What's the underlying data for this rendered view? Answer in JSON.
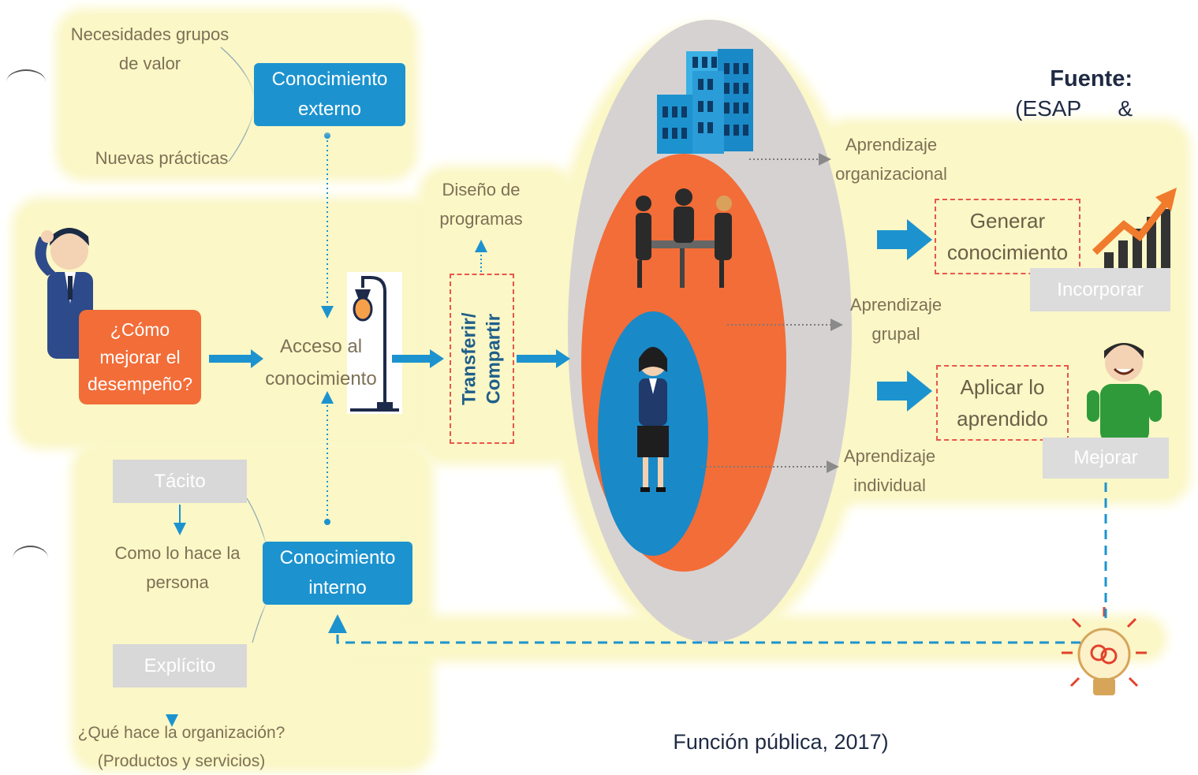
{
  "left": {
    "necesidades": "Necesidades grupos de valor",
    "nuevas": "Nuevas prácticas",
    "externo": "Conocimiento externo",
    "como_mejorar": "¿Cómo mejorar el desempeño?",
    "acceso": "Acceso al conocimiento",
    "tacito": "Tácito",
    "como_persona": "Como lo hace la persona",
    "interno": "Conocimiento interno",
    "explicito": "Explícito",
    "que_hace": "¿Qué hace la organización? (Productos y servicios)"
  },
  "middle": {
    "diseno": "Diseño de programas",
    "transferir": "Transferir/ Compartir"
  },
  "right": {
    "aprend_org": "Aprendizaje organizacional",
    "aprend_grupal": "Aprendizaje grupal",
    "aprend_ind": "Aprendizaje individual",
    "generar": "Generar conocimiento",
    "incorporar": "Incorporar",
    "aplicar": "Aplicar lo aprendido",
    "mejorar": "Mejorar"
  },
  "source": {
    "fuente": "Fuente:",
    "esap": "(ESAP      &",
    "funcion": "Función pública, 2017)"
  },
  "colors": {
    "blue": "#1c93cf",
    "orange": "#f26d38",
    "gray_oval": "#d6d2d2",
    "glow": "#fbf7c6"
  }
}
